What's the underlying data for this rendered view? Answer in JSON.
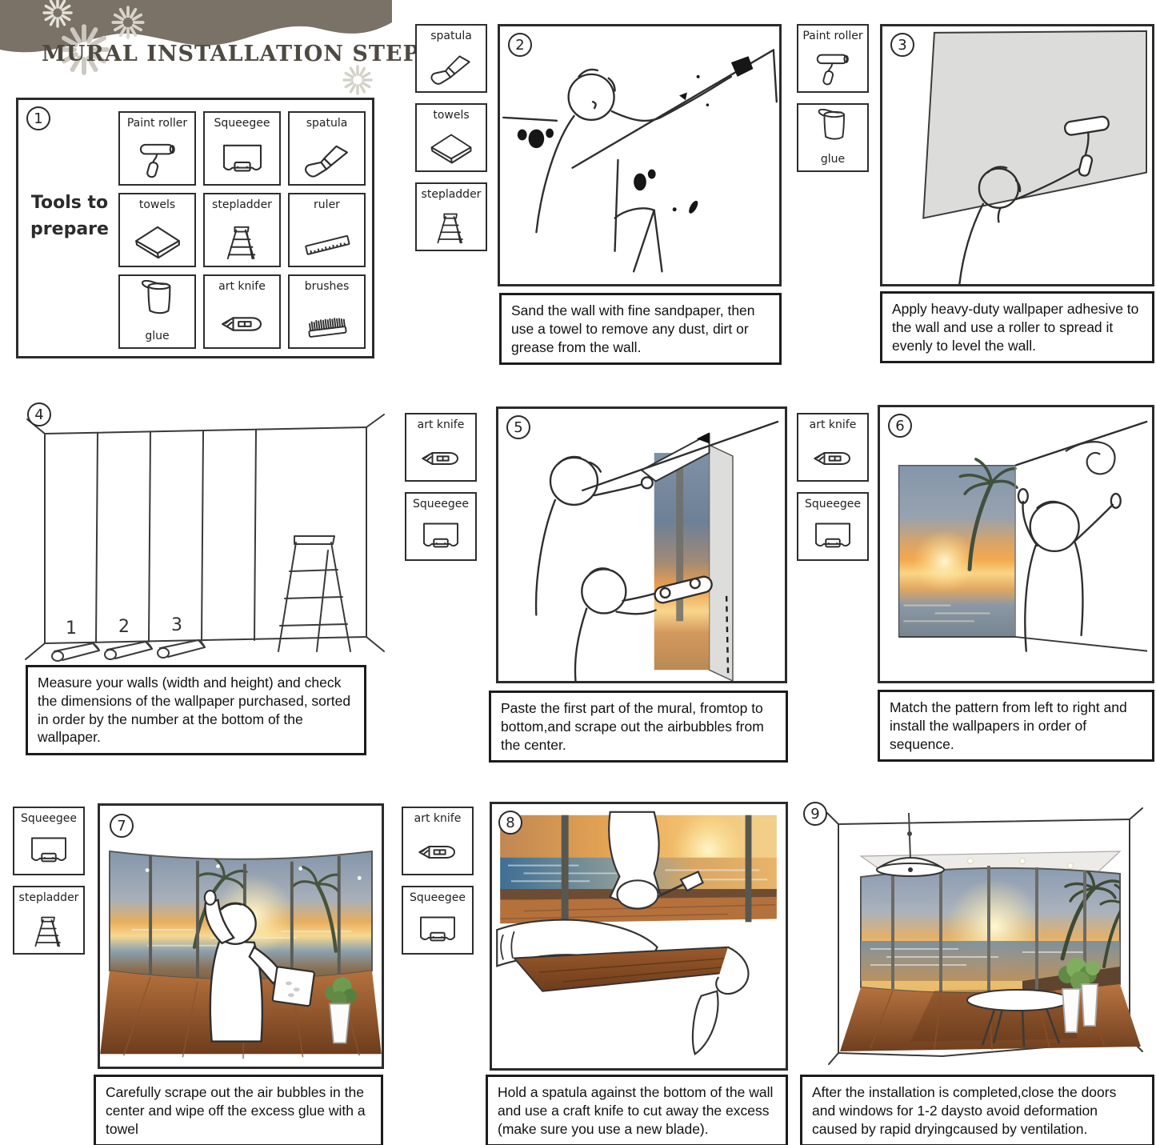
{
  "header": {
    "title": "MURAL INSTALLATION STEPS"
  },
  "palette": {
    "banner_brown": "#7a7266",
    "line_dark": "#2e2e2e",
    "sunset_orange": "#f0a84e",
    "sky_slate": "#8093a9",
    "sea_blue": "#71889e",
    "wood_brown": "#a9682f",
    "palm_green": "#3f4a33"
  },
  "steps": [
    {
      "number": "1",
      "tools_title": "Tools to prepare",
      "tools": [
        {
          "label": "Paint roller",
          "icon": "paint-roller-icon"
        },
        {
          "label": "Squeegee",
          "icon": "squeegee-icon"
        },
        {
          "label": "spatula",
          "icon": "spatula-icon"
        },
        {
          "label": "towels",
          "icon": "towel-icon"
        },
        {
          "label": "stepladder",
          "icon": "stepladder-icon"
        },
        {
          "label": "ruler",
          "icon": "ruler-icon"
        },
        {
          "label": "glue",
          "icon": "glue-bucket-icon"
        },
        {
          "label": "art knife",
          "icon": "art-knife-icon"
        },
        {
          "label": "brushes",
          "icon": "brush-icon"
        }
      ]
    },
    {
      "number": "2",
      "tools": [
        {
          "label": "spatula",
          "icon": "spatula-icon"
        },
        {
          "label": "towels",
          "icon": "towel-icon"
        },
        {
          "label": "stepladder",
          "icon": "stepladder-icon"
        }
      ],
      "caption": "Sand the wall with fine sandpaper, then use a towel to remove any dust, dirt or grease from the wall."
    },
    {
      "number": "3",
      "tools": [
        {
          "label": "Paint roller",
          "icon": "paint-roller-icon"
        },
        {
          "label": "glue",
          "icon": "glue-bucket-icon"
        }
      ],
      "caption": "Apply heavy-duty wallpaper adhesive to the wall and use a roller to spread it evenly to level the wall."
    },
    {
      "number": "4",
      "panel_numbers": [
        "1",
        "2",
        "3"
      ],
      "caption": "Measure your walls (width and height) and check the dimensions of the wallpaper purchased, sorted in order by the number at the bottom of the wallpaper."
    },
    {
      "number": "5",
      "tools": [
        {
          "label": "art knife",
          "icon": "art-knife-icon"
        },
        {
          "label": "Squeegee",
          "icon": "squeegee-icon"
        }
      ],
      "caption": "Paste the first part of the mural, fromtop to bottom,and scrape out the airbubbles from the center."
    },
    {
      "number": "6",
      "tools": [
        {
          "label": "art knife",
          "icon": "art-knife-icon"
        },
        {
          "label": "Squeegee",
          "icon": "squeegee-icon"
        }
      ],
      "caption": "Match the pattern from left to right and install the wallpapers in order of sequence."
    },
    {
      "number": "7",
      "tools": [
        {
          "label": "Squeegee",
          "icon": "squeegee-icon"
        },
        {
          "label": "stepladder",
          "icon": "stepladder-icon"
        }
      ],
      "caption": "Carefully scrape out the air bubbles in the center and wipe off the excess glue with a towel"
    },
    {
      "number": "8",
      "tools": [
        {
          "label": "art knife",
          "icon": "art-knife-icon"
        },
        {
          "label": "Squeegee",
          "icon": "squeegee-icon"
        }
      ],
      "caption": "Hold a spatula against the bottom of the wall and use a craft knife to cut away the excess (make sure you use a new blade)."
    },
    {
      "number": "9",
      "caption": "After the installation is completed,close the doors and windows for 1-2 daysto avoid deformation caused by rapid dryingcaused by ventilation."
    }
  ]
}
